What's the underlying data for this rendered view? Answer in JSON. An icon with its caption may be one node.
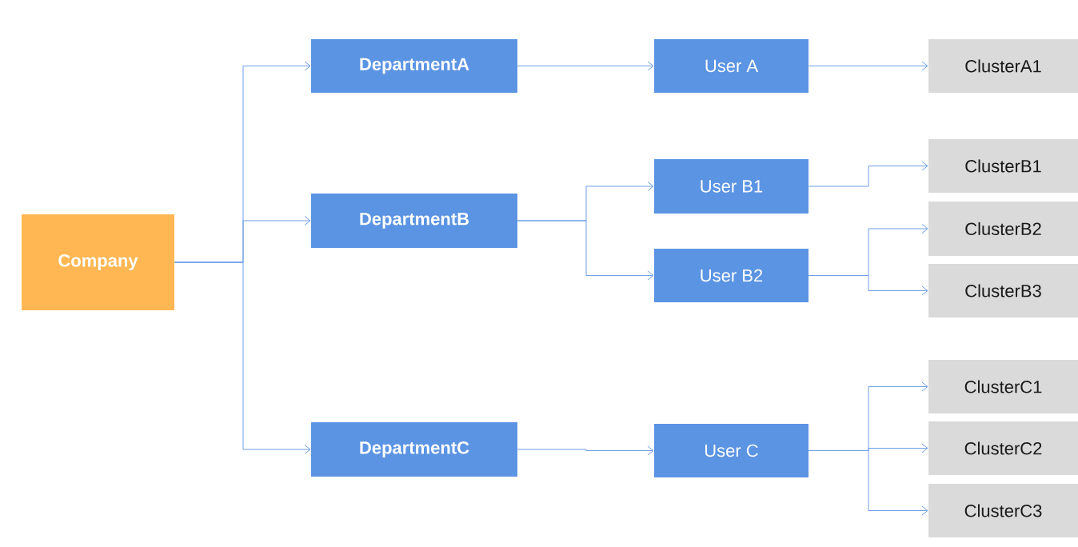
{
  "diagram": {
    "nodes": [
      {
        "text": [
          "Company"
        ]
      },
      {
        "text": [
          "DepartmentA"
        ]
      },
      {
        "text": [
          "DepartmentB"
        ]
      },
      {
        "text": [
          "DepartmentC"
        ]
      },
      {
        "text": [
          "User A"
        ]
      },
      {
        "text": [
          "User B1"
        ]
      },
      {
        "text": [
          "User B2"
        ]
      },
      {
        "text": [
          "User C"
        ]
      },
      {
        "text": [
          "ClusterA1"
        ]
      },
      {
        "text": [
          "ClusterB1"
        ]
      },
      {
        "text": [
          "ClusterB2"
        ]
      },
      {
        "text": [
          "ClusterB3"
        ]
      },
      {
        "text": [
          "ClusterC1"
        ]
      },
      {
        "text": [
          "ClusterC2"
        ]
      },
      {
        "text": [
          "ClusterC3"
        ]
      }
    ],
    "edges": [
      {
        "from": 0,
        "to": 1,
        "arrow": "to"
      },
      {
        "from": 0,
        "to": 2,
        "arrow": "to"
      },
      {
        "from": 0,
        "to": 3,
        "arrow": "to"
      },
      {
        "from": 1,
        "to": 4,
        "arrow": "to"
      },
      {
        "from": 2,
        "to": 5,
        "arrow": "to"
      },
      {
        "from": 2,
        "to": 6,
        "arrow": "to"
      },
      {
        "from": 3,
        "to": 7,
        "arrow": "to"
      },
      {
        "from": 4,
        "to": 8,
        "arrow": "to"
      },
      {
        "from": 5,
        "to": 9,
        "arrow": "to"
      },
      {
        "from": 6,
        "to": 10,
        "arrow": "to"
      },
      {
        "from": 6,
        "to": 11,
        "arrow": "to"
      },
      {
        "from": 7,
        "to": 12,
        "arrow": "to"
      },
      {
        "from": 7,
        "to": 13,
        "arrow": "to"
      },
      {
        "from": 7,
        "to": 14,
        "arrow": "to"
      }
    ]
  }
}
